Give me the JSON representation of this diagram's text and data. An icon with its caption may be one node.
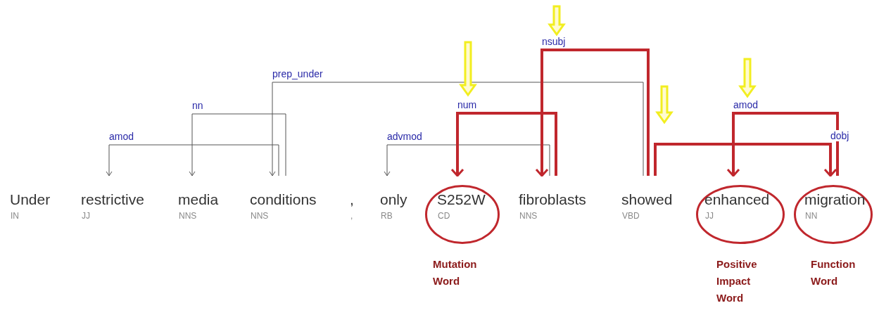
{
  "diagram": {
    "nodes": [
      {
        "text": [
          "Under",
          "IN"
        ]
      },
      {
        "text": [
          "restrictive",
          "JJ"
        ]
      },
      {
        "text": [
          "media",
          "NNS"
        ]
      },
      {
        "text": [
          "conditions",
          "NNS"
        ]
      },
      {
        "text": [
          ",",
          ","
        ]
      },
      {
        "text": [
          "only",
          "RB"
        ]
      },
      {
        "text": [
          "S252W",
          "CD"
        ],
        "beside": [
          "Mutation Word"
        ]
      },
      {
        "text": [
          "fibroblasts",
          "NNS"
        ]
      },
      {
        "text": [
          "showed",
          "VBD"
        ]
      },
      {
        "text": [
          "enhanced",
          "JJ"
        ],
        "beside": [
          "Positive Impact Word"
        ]
      },
      {
        "text": [
          "migration",
          "NN"
        ],
        "beside": [
          "Function Word"
        ]
      }
    ],
    "edges": [
      {
        "from": 3,
        "to": 1,
        "arrow": "to",
        "label": "amod"
      },
      {
        "from": 3,
        "to": 2,
        "arrow": "to",
        "label": "nn"
      },
      {
        "from": 8,
        "to": 3,
        "arrow": "to",
        "label": "prep_under"
      },
      {
        "from": 7,
        "to": 5,
        "arrow": "to",
        "label": "advmod"
      },
      {
        "from": 7,
        "to": 6,
        "arrow": "to",
        "label": "num",
        "style": "thick",
        "color": "#c0272d"
      },
      {
        "from": 8,
        "to": 7,
        "arrow": "to",
        "label": "nsubj",
        "style": "thick",
        "color": "#c0272d"
      },
      {
        "from": 8,
        "to": 10,
        "arrow": "to",
        "label": "dobj",
        "style": "thick",
        "color": "#c0272d"
      },
      {
        "from": 10,
        "to": 9,
        "arrow": "to",
        "label": "amod",
        "style": "thick",
        "color": "#c0272d"
      }
    ]
  }
}
